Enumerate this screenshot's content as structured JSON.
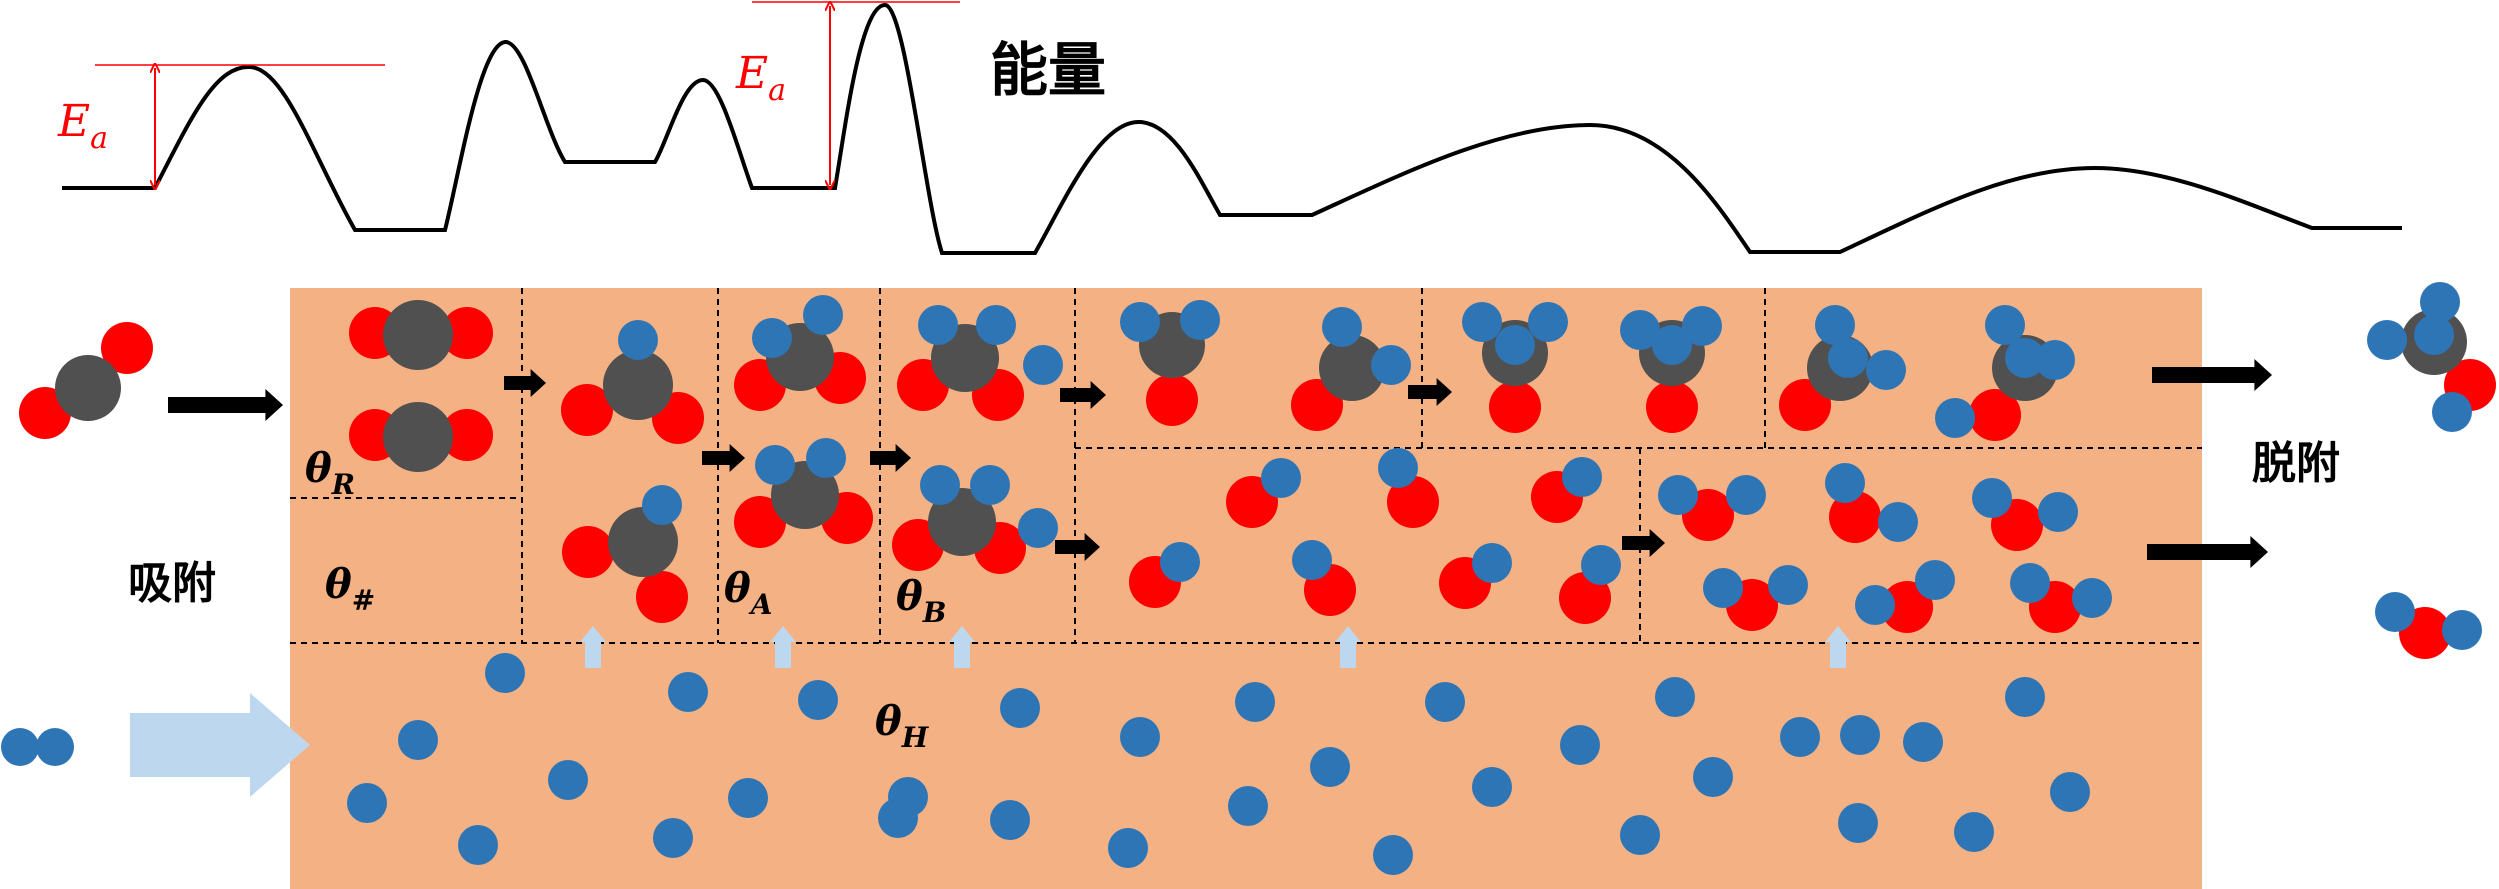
{
  "title": "能量",
  "adsorption_label": "吸附",
  "desorption_label": "脱附",
  "activation_energy": {
    "symbol": "E",
    "subscript": "a"
  },
  "coverage_labels": [
    {
      "id": "R",
      "symbol": "θ",
      "subscript": "R"
    },
    {
      "id": "empty",
      "symbol": "θ",
      "subscript": "#"
    },
    {
      "id": "A",
      "symbol": "θ",
      "subscript": "A"
    },
    {
      "id": "B",
      "symbol": "θ",
      "subscript": "B"
    },
    {
      "id": "H",
      "symbol": "θ",
      "subscript": "H"
    }
  ],
  "colors": {
    "carbon": "#505050",
    "oxygen": "#ff0000",
    "hydrogen": "#2e75b6",
    "surface": "#f4b183",
    "energy_line": "#000000",
    "annotation": "#ff0000",
    "flow_arrow": "#bdd7ee"
  }
}
